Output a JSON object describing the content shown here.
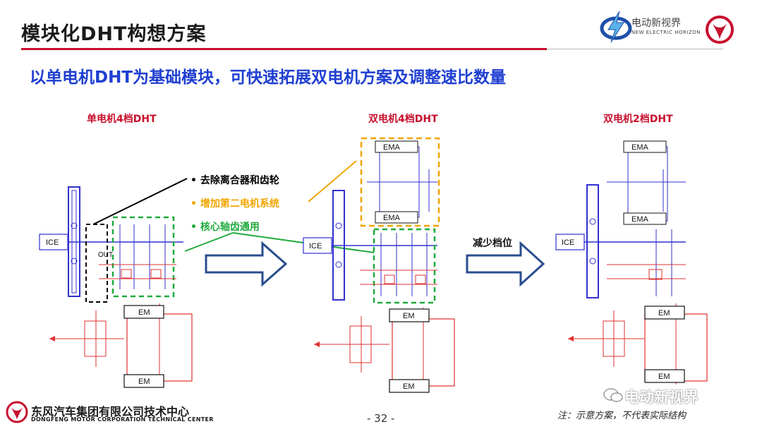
{
  "slide": {
    "title": "模块化DHT构想方案",
    "subtitle": "以单电机DHT为基础模块，可快速拓展双电机方案及调整速比数量",
    "page_number": "- 32 -",
    "note": "注：示意方案，不代表实际结构"
  },
  "brand": {
    "name": "电动新视界",
    "tagline": "NEW ELECTRIC HORIZON"
  },
  "footer": {
    "company_cn": "东风汽车集团有限公司技术中心",
    "company_en": "DONGFENG MOTOR CORPORATION TECHNICAL CENTER"
  },
  "watermark": "电动新视界",
  "diagrams": {
    "left": {
      "label": "单电机4档DHT",
      "ice": "ICE",
      "em_top": "EM",
      "em_bottom": "EM",
      "out": "OUT"
    },
    "middle": {
      "label": "双电机4档DHT",
      "ice": "ICE",
      "ema_top": "EMA",
      "ema_bottom": "EMA",
      "em_top": "EM",
      "em_bottom": "EM"
    },
    "right": {
      "label": "双电机2档DHT",
      "ice": "ICE",
      "ema_top": "EMA",
      "ema_bottom": "EMA",
      "em_top": "EM",
      "em_bottom": "EM"
    }
  },
  "annotations": [
    {
      "text": "去除离合器和齿轮",
      "color": "#000000"
    },
    {
      "text": "增加第二电机系统",
      "color": "#f0a500"
    },
    {
      "text": "核心轴齿通用",
      "color": "#1faa3c"
    }
  ],
  "arrow_label": "减少档位",
  "colors": {
    "accent_red": "#c8102e",
    "title_blue": "#1f3fd1",
    "diagram_blue": "#3030d0",
    "diagram_red": "#e03030"
  }
}
